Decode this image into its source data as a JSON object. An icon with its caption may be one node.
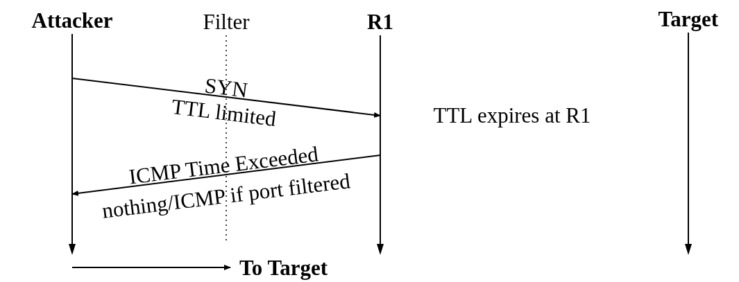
{
  "diagram": {
    "nodes": [
      {
        "text": [
          "Attacker"
        ]
      },
      {
        "text": [
          "Filter"
        ]
      },
      {
        "text": [
          "R1"
        ]
      },
      {
        "text": [
          "Target"
        ]
      }
    ],
    "edges": [
      {
        "from": 0,
        "to": 2,
        "arrow": "to",
        "label": "SYN"
      },
      {
        "from": 2,
        "to": 0,
        "arrow": "to",
        "label": "ICMP Time Exceeded"
      }
    ],
    "labels": [
      "TTL limited",
      "TTL expires at R1",
      "nothing/ICMP if port filtered",
      "To Target"
    ]
  }
}
